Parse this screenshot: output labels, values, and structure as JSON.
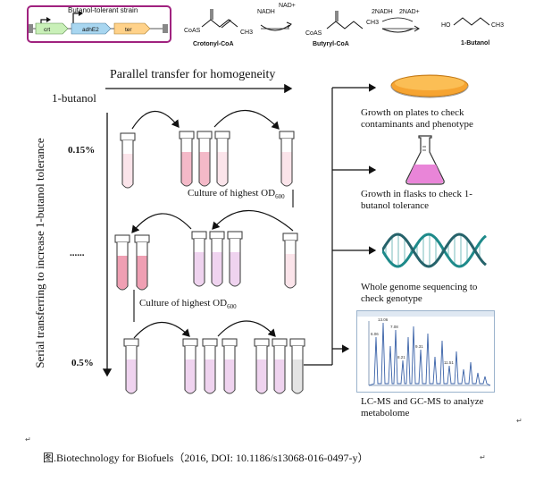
{
  "strain_box": {
    "title": "Butanol-tolerant  strain",
    "genes": [
      "crt",
      "adhE2",
      "ter"
    ],
    "gene_colors": [
      "#c9f0b8",
      "#a8d6f0",
      "#ffd28a"
    ],
    "plasmid_color": "#a0227f"
  },
  "pathway": {
    "compounds": [
      {
        "name": "Crotonyl-CoA",
        "group": "CoAS"
      },
      {
        "name": "Butyryl-CoA",
        "group": "CoAS"
      },
      {
        "name": "1-Butanol",
        "group": "HO"
      }
    ],
    "methyl": "CH3",
    "arrow1_cofactors": {
      "left": "NADH",
      "right": "NAD+"
    },
    "arrow2_cofactors": {
      "left": "2NADH",
      "right": "2NAD+"
    }
  },
  "transfer": {
    "parallel_label": "Parallel transfer for homogeneity",
    "serial_label": "Serial transferring to increase 1-butanol tolerance",
    "butanol_label": "1-butanol",
    "concentrations": [
      "0.15%",
      "......",
      "0.5%"
    ],
    "culture_label_prefix": "Culture of highest OD",
    "culture_label_sub": "600"
  },
  "analyses": [
    {
      "icon": "petri-dish",
      "text": "Growth on plates to check contaminants and phenotype"
    },
    {
      "icon": "flask",
      "text": "Growth in flasks to check 1-butanol tolerance"
    },
    {
      "icon": "dna",
      "text": "Whole genome sequencing to check genotype"
    },
    {
      "icon": "chromatogram",
      "text": "LC-MS and GC-MS to analyze metabolome"
    }
  ],
  "chromatogram_labels": [
    "13.06",
    "6.06",
    "7.08",
    "8.21",
    "9.31",
    "11.51"
  ],
  "paragraph_marks": [
    "↵",
    "↵",
    "↵"
  ],
  "caption": "图.Biotechnology for Biofuels（2016, DOI: 10.1186/s13068-016-0497-y）",
  "colors": {
    "tube_pink_light": "#fbe4ea",
    "tube_pink_mid": "#f4b9c8",
    "tube_pink_dark": "#ef9fb3",
    "tube_lilac": "#efd3ef",
    "petri_orange": "#f6a431",
    "flask_pink": "#e985d8",
    "dna_teal": "#1e8a8a"
  }
}
